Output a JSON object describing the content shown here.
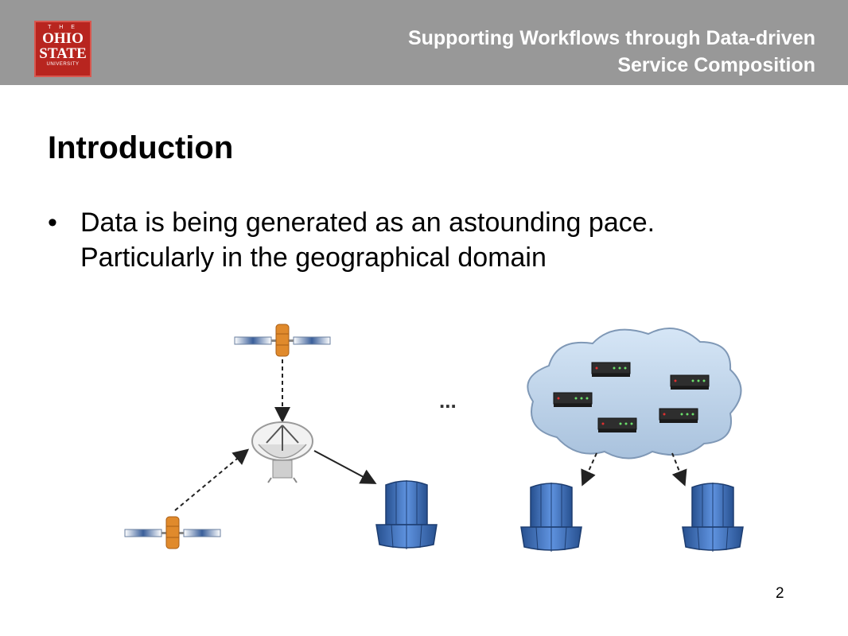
{
  "header": {
    "logo": {
      "the": "T H E",
      "line1": "OHIO",
      "line2": "STATE",
      "line3": "UNIVERSITY"
    },
    "title_line1": "Supporting Workflows through Data-driven",
    "title_line2": "Service Composition"
  },
  "slide": {
    "title": "Introduction",
    "bullets": [
      {
        "marker": "•",
        "text": "Data is being generated as an astounding pace. Particularly in the geographical domain"
      }
    ],
    "diagram": {
      "ellipsis": "..."
    },
    "page_number": "2"
  },
  "colors": {
    "header_bg": "#989898",
    "logo_red": "#b8251f",
    "cloud": "#bcd3ea",
    "cluster_blue": "#3f72c4",
    "satellite_orange": "#e08a2c"
  }
}
